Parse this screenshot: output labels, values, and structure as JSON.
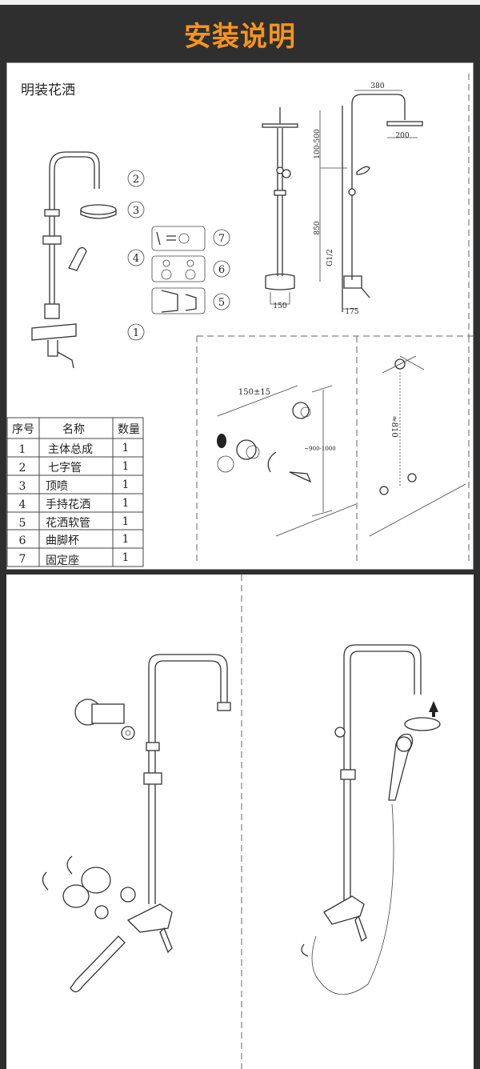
{
  "header": {
    "title": "安装说明",
    "accent_color": "#f7941d",
    "background": "#2f2f2f"
  },
  "section": {
    "title": "明装花洒"
  },
  "callouts": [
    "2",
    "3",
    "4",
    "1",
    "7",
    "6",
    "5"
  ],
  "dimensions": {
    "top_width": "380",
    "head_diameter": "200",
    "arm_height": "100-500",
    "bar_height": "850",
    "thread": "G1/2",
    "mixer_spacing": "150",
    "wall_offset": "175",
    "inlet_spacing": "150±15",
    "install_height": "~900-1000",
    "bracket_height": "≈810"
  },
  "parts_table": {
    "headers": [
      "序号",
      "名称",
      "数量"
    ],
    "rows": [
      [
        "1",
        "主体总成",
        "1"
      ],
      [
        "2",
        "七字管",
        "1"
      ],
      [
        "3",
        "顶喷",
        "1"
      ],
      [
        "4",
        "手持花洒",
        "1"
      ],
      [
        "5",
        "花洒软管",
        "1"
      ],
      [
        "6",
        "曲脚杯",
        "1"
      ],
      [
        "7",
        "固定座",
        "1"
      ]
    ]
  }
}
